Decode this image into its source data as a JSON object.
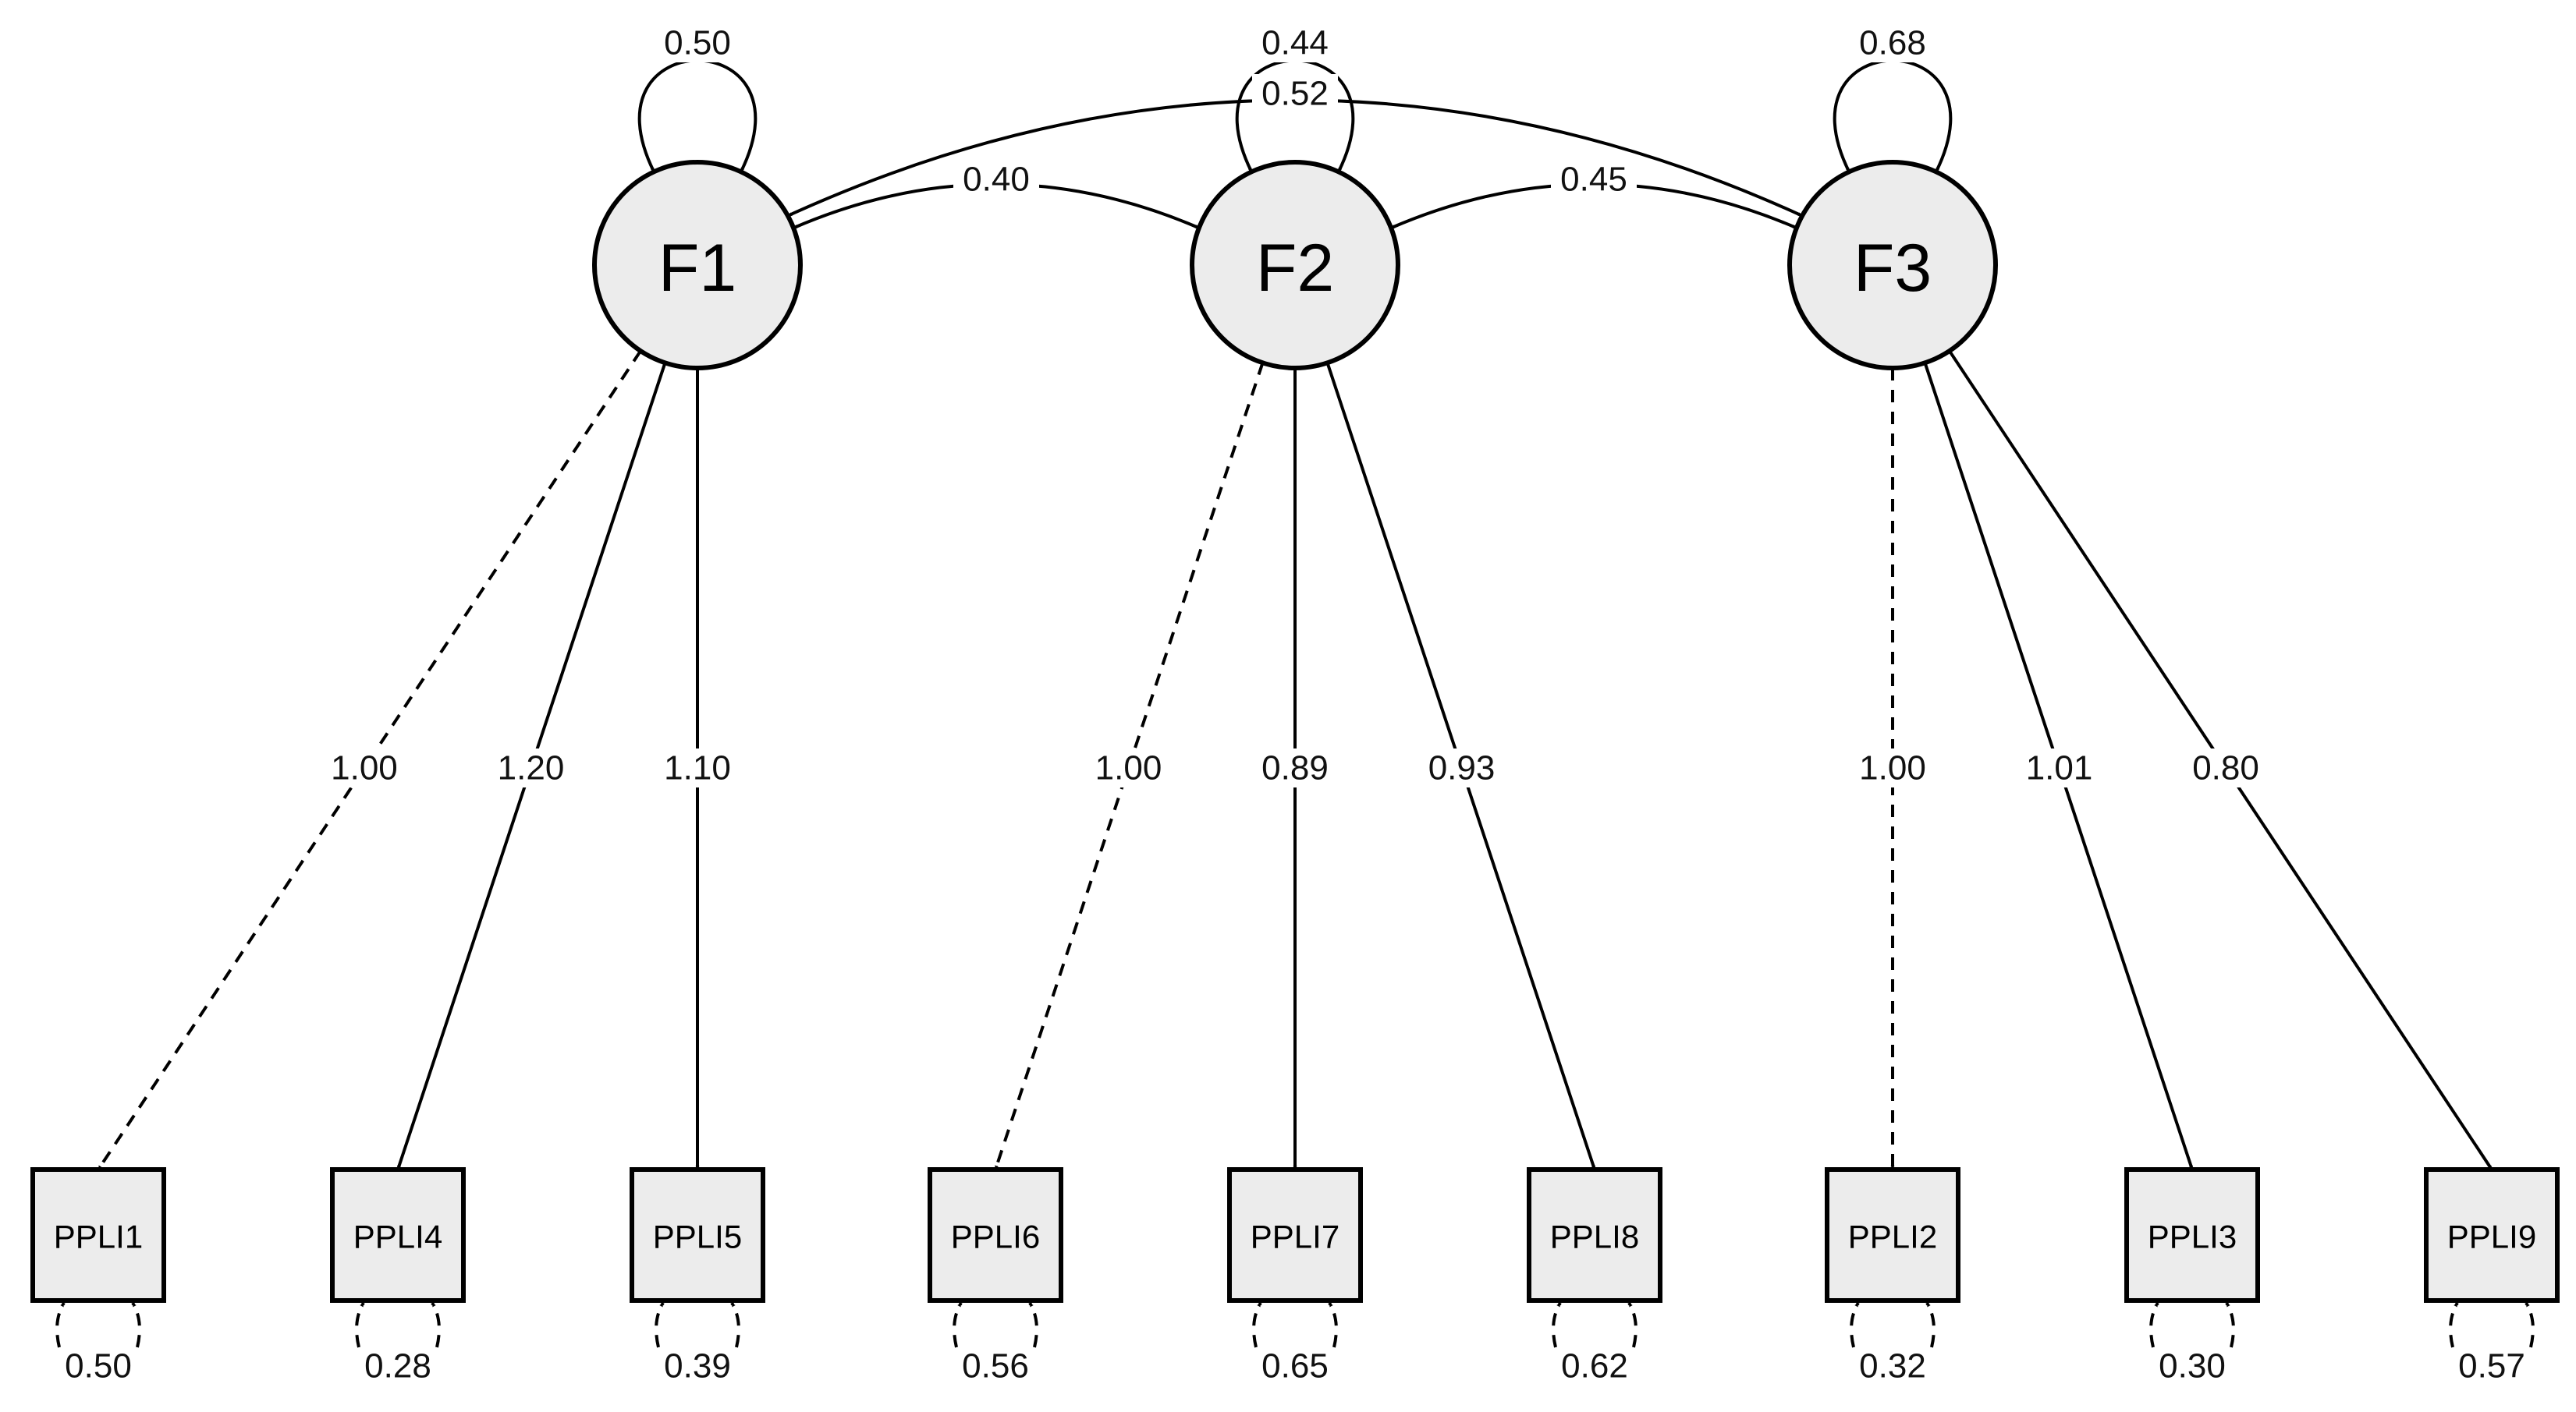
{
  "latent_factors": [
    {
      "id": "F1",
      "label": "F1",
      "variance": "0.50"
    },
    {
      "id": "F2",
      "label": "F2",
      "variance": "0.44"
    },
    {
      "id": "F3",
      "label": "F3",
      "variance": "0.68"
    }
  ],
  "indicators": [
    {
      "id": "PPLI1",
      "label": "PPLI1",
      "factor": "F1",
      "loading": "1.00",
      "fixed": true,
      "residual": "0.50"
    },
    {
      "id": "PPLI4",
      "label": "PPLI4",
      "factor": "F1",
      "loading": "1.20",
      "fixed": false,
      "residual": "0.28"
    },
    {
      "id": "PPLI5",
      "label": "PPLI5",
      "factor": "F1",
      "loading": "1.10",
      "fixed": false,
      "residual": "0.39"
    },
    {
      "id": "PPLI6",
      "label": "PPLI6",
      "factor": "F2",
      "loading": "1.00",
      "fixed": true,
      "residual": "0.56"
    },
    {
      "id": "PPLI7",
      "label": "PPLI7",
      "factor": "F2",
      "loading": "0.89",
      "fixed": false,
      "residual": "0.65"
    },
    {
      "id": "PPLI8",
      "label": "PPLI8",
      "factor": "F2",
      "loading": "0.93",
      "fixed": false,
      "residual": "0.62"
    },
    {
      "id": "PPLI2",
      "label": "PPLI2",
      "factor": "F3",
      "loading": "1.00",
      "fixed": true,
      "residual": "0.32"
    },
    {
      "id": "PPLI3",
      "label": "PPLI3",
      "factor": "F3",
      "loading": "1.01",
      "fixed": false,
      "residual": "0.30"
    },
    {
      "id": "PPLI9",
      "label": "PPLI9",
      "factor": "F3",
      "loading": "0.80",
      "fixed": false,
      "residual": "0.57"
    }
  ],
  "covariances": [
    {
      "from": "F1",
      "to": "F2",
      "value": "0.40"
    },
    {
      "from": "F2",
      "to": "F3",
      "value": "0.45"
    },
    {
      "from": "F1",
      "to": "F3",
      "value": "0.52"
    }
  ]
}
